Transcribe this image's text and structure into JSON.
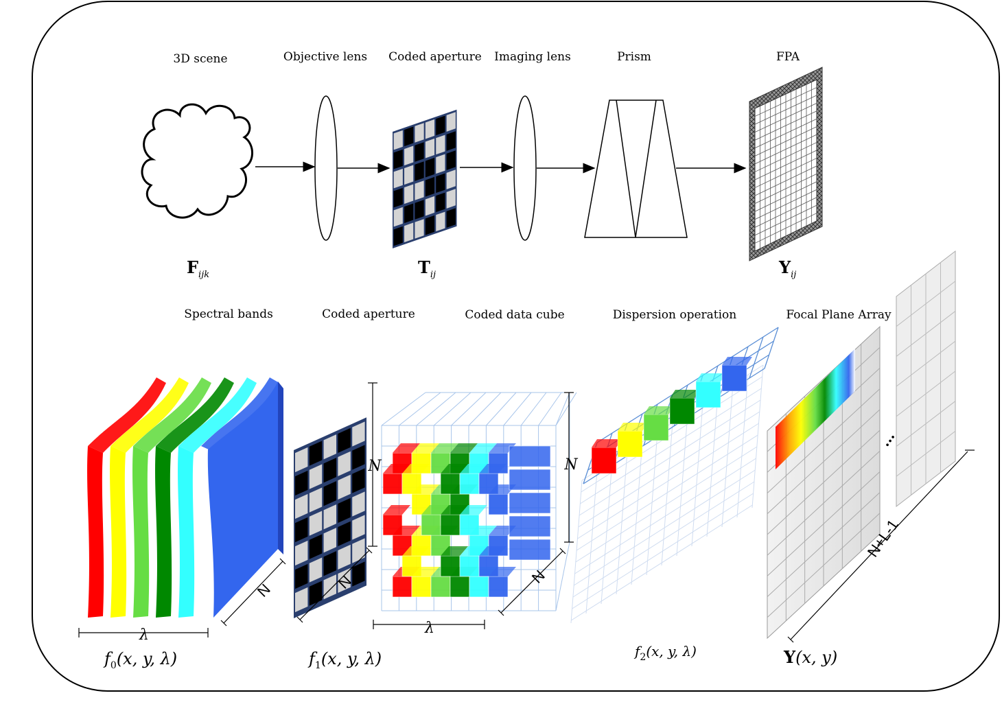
{
  "top_row": {
    "scene_label": "3D scene",
    "objective_lens_label": "Objective lens",
    "coded_aperture_label": "Coded aperture",
    "imaging_lens_label": "Imaging lens",
    "prism_label": "Prism",
    "fpa_label": "FPA",
    "scene_symbol": "F",
    "scene_symbol_sub": "ijk",
    "aperture_symbol": "T",
    "aperture_symbol_sub": "ij",
    "fpa_symbol": "Y",
    "fpa_symbol_sub": "ij"
  },
  "bottom_row": {
    "spectral_bands_label": "Spectral bands",
    "coded_aperture_label": "Coded aperture",
    "coded_cube_label": "Coded data cube",
    "dispersion_label": "Dispersion operation",
    "fpa_label": "Focal Plane Array",
    "f0_name": "f",
    "f0_sub": "0",
    "f0_args": "(x, y, λ)",
    "f1_name": "f",
    "f1_sub": "1",
    "f1_args": "(x, y, λ)",
    "f2_name": "f",
    "f2_sub": "2",
    "f2_args": "(x, y, λ)",
    "y_name": "Y",
    "y_args": "(x, y)",
    "dim_lambda": "λ",
    "dim_n": "N",
    "dim_nl": "N+L-1",
    "ellipsis": "..."
  },
  "colors": {
    "band_colors": [
      "#ff0000",
      "#ffff00",
      "#66dd44",
      "#008800",
      "#33ffff",
      "#3366ee"
    ],
    "aperture_frame": "#2a3f6e",
    "grid_line": "#5b8fd6"
  }
}
